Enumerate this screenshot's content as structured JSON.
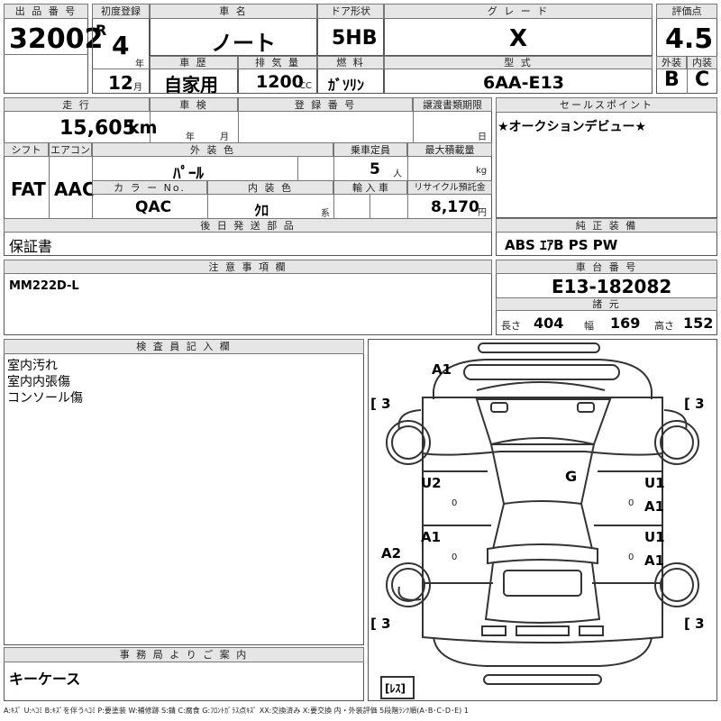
{
  "header": {
    "lot_no_label": "出 品 番 号",
    "lot_no": "32002",
    "first_reg_label": "初度登録",
    "era": "R",
    "year": "4",
    "year_unit": "年",
    "month": "12",
    "month_unit": "月",
    "car_name_label": "車 名",
    "car_name": "ノート",
    "door_label": "ドア形状",
    "door": "5HB",
    "grade_label": "グ レ ー ド",
    "grade": "X",
    "score_label": "評価点",
    "score": "4.5",
    "history_label": "車 歴",
    "history": "自家用",
    "displacement_label": "排 気 量",
    "displacement": "1200",
    "displacement_unit": "CC",
    "fuel_label": "燃 料",
    "fuel": "ｶﾞｿﾘﾝ",
    "model_code_label": "型 式",
    "model_code": "6AA-E13",
    "exterior_label": "外装",
    "exterior": "B",
    "interior_label": "内装",
    "interior": "C"
  },
  "row2": {
    "mileage_label": "走 行",
    "mileage": "15,605",
    "mileage_unit": "km",
    "inspection_label": "車 検",
    "insp_year_unit": "年",
    "insp_month_unit": "月",
    "reg_no_label": "登 録 番 号",
    "transfer_label": "譲渡書類期限",
    "transfer_day_unit": "日",
    "sales_point_label": "セールスポイント",
    "sales_point": "★オークションデビュー★",
    "shift_label": "シフト",
    "shift": "FAT",
    "ac_label": "エアコン",
    "ac": "AAC",
    "ext_color_label": "外 装 色",
    "ext_color": "ﾊﾟｰﾙ",
    "capacity_label": "乗車定員",
    "capacity": "5",
    "capacity_unit": "人",
    "max_load_label": "最大積載量",
    "max_load_unit": "kg",
    "color_no_label": "カ ラ ー No.",
    "color_no": "QAC",
    "int_color_label": "内 装 色",
    "int_color": "ｸﾛ",
    "int_color_unit": "系",
    "import_label": "輸 入 車",
    "recycle_label": "リサイクル預託金",
    "recycle": "8,170",
    "recycle_unit": "円"
  },
  "later_parts": {
    "label": "後 日 発 送 部 品",
    "value": "保証書"
  },
  "equipment": {
    "label": "純 正 装 備",
    "value": "ABS ｴｱB PS PW"
  },
  "notes": {
    "label": "注 意 事 項 欄",
    "value": "MM222D-L"
  },
  "chassis": {
    "label": "車 台 番 号",
    "value": "E13-182082",
    "dims_label": "諸 元",
    "length_label": "長さ",
    "length": "404",
    "width_label": "幅",
    "width": "169",
    "height_label": "高さ",
    "height": "152"
  },
  "inspector": {
    "label": "検 査 員 記 入 欄",
    "lines": [
      "室内汚れ",
      "室内内張傷",
      "コンソール傷"
    ]
  },
  "office": {
    "label": "事 務 局 よ り ご 案 内",
    "value": "キーケース"
  },
  "diagram": {
    "marks": [
      "A1",
      "G",
      "U2",
      "A1",
      "U1",
      "A1",
      "U1",
      "A1",
      "A2"
    ],
    "tire_marks": [
      "3",
      "3",
      "3",
      "3"
    ],
    "tire_note": "ﾚｽ",
    "zero": "0"
  },
  "legend": "A:ｷｽﾞ U:ﾍｺﾐ B:ｷｽﾞを伴うﾍｺﾐ P:要塗装 W:補修跡 S:錆 C:腐食 G:ﾌﾛﾝﾄｶﾞﾗｽ点ｷｽﾞ XX:交換済み X:要交換 内・外装評価 5段階ﾗﾝｸ順(A･B･C･D･E) 1"
}
